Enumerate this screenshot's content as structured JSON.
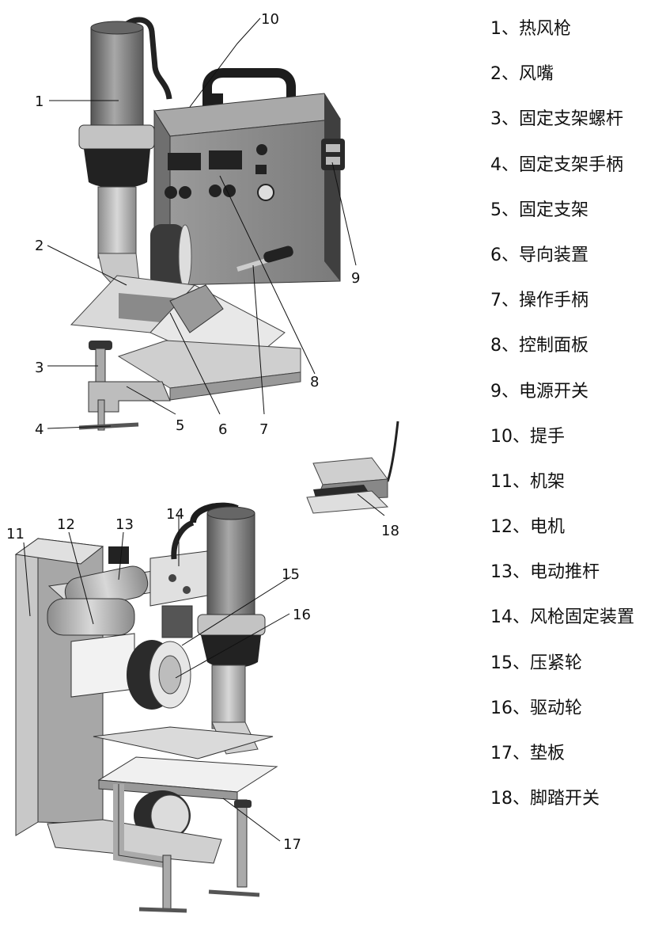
{
  "legend": [
    "1、热风枪",
    "2、风嘴",
    "3、固定支架螺杆",
    "4、固定支架手柄",
    "5、固定支架",
    "6、导向装置",
    "7、操作手柄",
    "8、控制面板",
    "9、电源开关",
    "10、提手",
    "11、机架",
    "12、电机",
    "13、电动推杆",
    "14、风枪固定装置",
    "15、压紧轮",
    "16、驱动轮",
    "17、垫板",
    "18、脚踏开关"
  ],
  "callouts": {
    "c1": "1",
    "c2": "2",
    "c3": "3",
    "c4": "4",
    "c5": "5",
    "c6": "6",
    "c7": "7",
    "c8": "8",
    "c9": "9",
    "c10": "10",
    "c11": "11",
    "c12": "12",
    "c13": "13",
    "c14": "14",
    "c15": "15",
    "c16": "16",
    "c17": "17",
    "c18": "18"
  },
  "colors": {
    "gun": "#7f7f7f",
    "gun_dark": "#3b3b3b",
    "body": "#8a8a8a",
    "body_dark": "#4c4c4c",
    "frame": "#c9c9c9",
    "line": "#111111"
  }
}
